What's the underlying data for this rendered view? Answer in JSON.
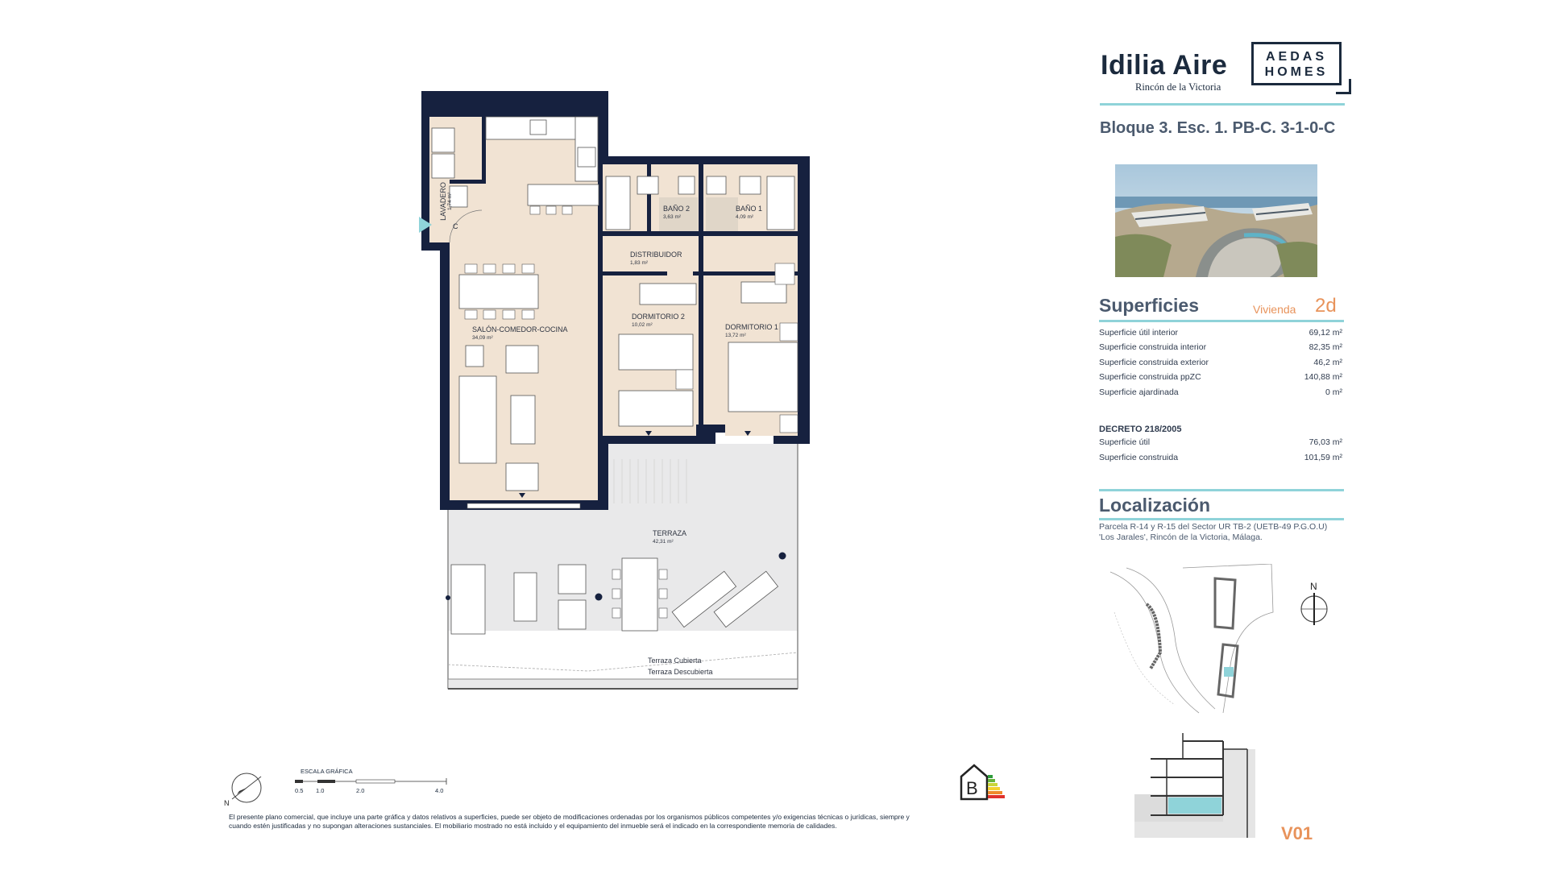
{
  "brand": {
    "project_name": "Idilia Aire",
    "project_location": "Rincón de la Victoria",
    "developer_line1": "AEDAS",
    "developer_line2": "HOMES"
  },
  "unit_reference": "Bloque 3. Esc. 1. PB-C. 3-1-0-C",
  "plan": {
    "entrance_label": "C",
    "rooms": [
      {
        "name": "LAVADERO",
        "area": "1,74 m²"
      },
      {
        "name": "BAÑO 2",
        "area": "3,63 m²"
      },
      {
        "name": "BAÑO 1",
        "area": "4,09 m²"
      },
      {
        "name": "DISTRIBUIDOR",
        "area": "1,83 m²"
      },
      {
        "name": "SALÓN-COMEDOR-COCINA",
        "area": "34,09 m²"
      },
      {
        "name": "DORMITORIO 2",
        "area": "10,02 m²"
      },
      {
        "name": "DORMITORIO 1",
        "area": "13,72 m²"
      },
      {
        "name": "TERRAZA",
        "area": "42,31 m²"
      }
    ],
    "terrace_cover_label": "Terraza Cubierta",
    "terrace_open_label": "Terraza Descubierta",
    "north_label": "N"
  },
  "superficies": {
    "title": "Superficies",
    "vivienda_label": "Vivienda",
    "vivienda_type": "2d",
    "rows": [
      {
        "label": "Superficie útil interior",
        "value": "69,12 m²"
      },
      {
        "label": "Superficie construida interior",
        "value": "82,35 m²"
      },
      {
        "label": "Superficie construida exterior",
        "value": "46,2 m²"
      },
      {
        "label": "Superficie construida ppZC",
        "value": "140,88 m²"
      },
      {
        "label": "Superficie ajardinada",
        "value": "0 m²"
      }
    ],
    "decreto_title": "DECRETO 218/2005",
    "decreto_rows": [
      {
        "label": "Superficie útil",
        "value": "76,03 m²"
      },
      {
        "label": "Superficie construida",
        "value": "101,59 m²"
      }
    ]
  },
  "localizacion": {
    "title": "Localización",
    "line1": "Parcela R-14 y R-15 del Sector UR TB-2 (UETB-49 P.G.O.U)",
    "line2": "'Los Jarales', Rincón de la Victoria, Málaga.",
    "north_label": "N"
  },
  "section_code": "V01",
  "energy_rating": "B",
  "scale": {
    "title": "ESCALA GRÁFICA",
    "ticks": [
      "0.5",
      "1.0",
      "2.0",
      "4.0"
    ]
  },
  "compass_label": "N",
  "disclaimer_line1": "El presente plano comercial, que incluye una parte gráfica y datos relativos a superficies, puede ser objeto de modificaciones ordenadas por los organismos públicos competentes y/o exigencias técnicas o jurídicas, siempre y",
  "disclaimer_line2": "cuando estén justificadas y no supongan alteraciones sustanciales. El mobiliario mostrado no está incluido y el equipamiento del inmueble será el indicado en la correspondiente memoria de calidades.",
  "colors": {
    "accent_orange": "#e8935b",
    "accent_teal": "#8fd3d9",
    "wall_navy": "#16213f",
    "floor_beige": "#f1e3d3",
    "terrace_grey": "#e9e9ea",
    "heading_grey_blue": "#4b5a6e"
  }
}
